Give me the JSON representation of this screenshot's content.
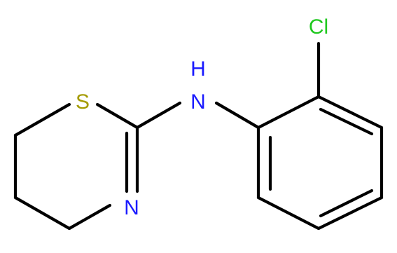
{
  "molecule": {
    "atoms": {
      "cl": {
        "label": "Cl",
        "color": "#1fc81f"
      },
      "nh": {
        "label": "H",
        "color": "#1a1aff"
      },
      "nh_n": {
        "label": "N",
        "color": "#1a1aff"
      },
      "s": {
        "label": "S",
        "color": "#a49b00"
      },
      "n_ring": {
        "label": "N",
        "color": "#1a1aff"
      }
    },
    "bond_color": "#000000",
    "background": "#ffffff"
  }
}
